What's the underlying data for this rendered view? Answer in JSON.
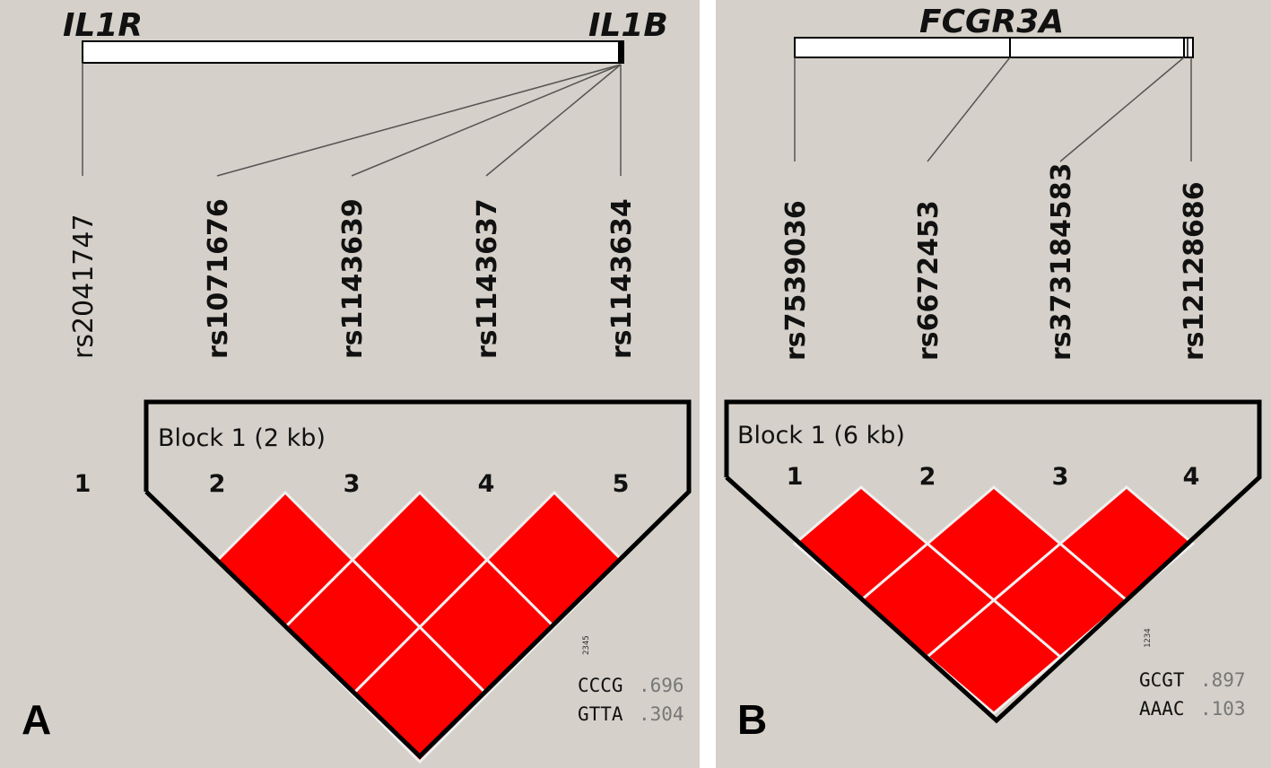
{
  "panel_a": {
    "letter": "A",
    "genes": [
      "IL1R",
      "IL1B"
    ],
    "snps": [
      "rs2041747",
      "rs1071676",
      "rs1143639",
      "rs1143637",
      "rs1143634"
    ],
    "block_label": "Block 1 (2 kb)",
    "marker_numbers": [
      "1",
      "2",
      "3",
      "4",
      "5"
    ],
    "haplotype_header": "2345",
    "haplotypes": [
      {
        "alleles": "CCCG",
        "freq": ".696"
      },
      {
        "alleles": "GTTA",
        "freq": ".304"
      }
    ],
    "ld_cell_color": "#ff0000"
  },
  "panel_b": {
    "letter": "B",
    "genes": [
      "FCGR3A"
    ],
    "snps": [
      "rs7539036",
      "rs6672453",
      "rs373184583",
      "rs12128686"
    ],
    "block_label": "Block 1 (6 kb)",
    "marker_numbers": [
      "1",
      "2",
      "3",
      "4"
    ],
    "haplotype_header": "1234",
    "haplotypes": [
      {
        "alleles": "GCGT",
        "freq": ".897"
      },
      {
        "alleles": "AAAC",
        "freq": ".103"
      }
    ],
    "ld_cell_color": "#ff0000"
  },
  "colors": {
    "background": "#d5d0c9",
    "ld_cell": "#ff0000",
    "outline": "#000000"
  }
}
